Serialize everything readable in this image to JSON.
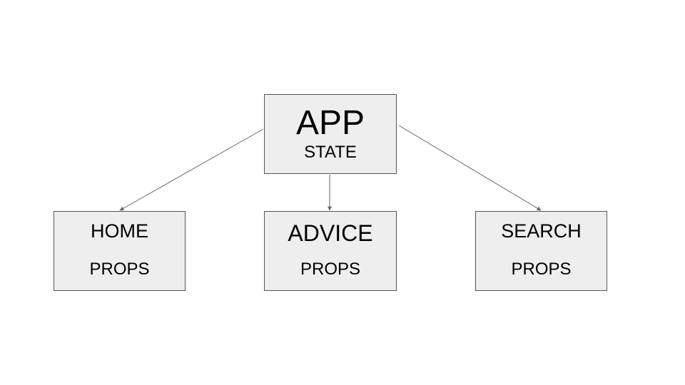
{
  "diagram": {
    "root": {
      "title": "APP",
      "subtitle": "STATE"
    },
    "children": [
      {
        "title": "HOME",
        "subtitle": "PROPS"
      },
      {
        "title": "ADVICE",
        "subtitle": "PROPS"
      },
      {
        "title": "SEARCH",
        "subtitle": "PROPS"
      }
    ],
    "edges": [
      {
        "from": "APP",
        "to": "HOME"
      },
      {
        "from": "APP",
        "to": "ADVICE"
      },
      {
        "from": "APP",
        "to": "SEARCH"
      }
    ],
    "colors": {
      "box_fill": "#eeeeee",
      "box_border": "#555555",
      "edge": "#666666",
      "text": "#000000"
    }
  }
}
